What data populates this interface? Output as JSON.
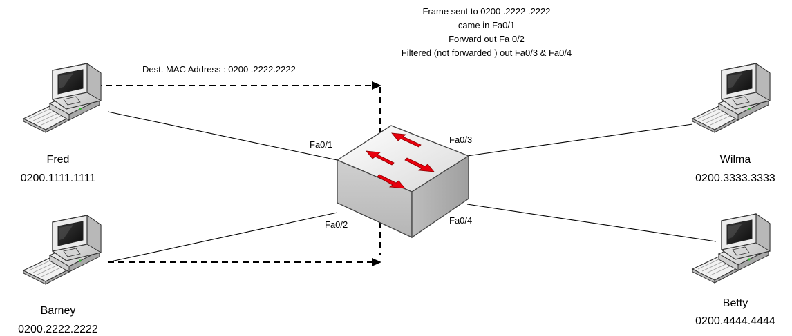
{
  "annotation": {
    "lines": [
      "Frame sent to 0200 .2222 .2222",
      "came in Fa0/1",
      "Forward out Fa 0/2",
      "Filtered (not forwarded ) out Fa0/3 & Fa0/4"
    ]
  },
  "dest_label": "Dest. MAC Address : 0200 .2222.2222",
  "ports": {
    "fa01": "Fa0/1",
    "fa02": "Fa0/2",
    "fa03": "Fa0/3",
    "fa04": "Fa0/4"
  },
  "hosts": [
    {
      "id": "fred",
      "name": "Fred",
      "mac": "0200.1111.1111"
    },
    {
      "id": "barney",
      "name": "Barney",
      "mac": "0200.2222.2222"
    },
    {
      "id": "wilma",
      "name": "Wilma",
      "mac": "0200.3333.3333"
    },
    {
      "id": "betty",
      "name": "Betty",
      "mac": "0200.4444.4444"
    }
  ],
  "colors": {
    "switch_arrow": "#e8000d",
    "switch_body": "#d8d8d8",
    "monitor_screen": "#1f1f1f",
    "link_line": "#000000"
  },
  "icons": {
    "host": "desktop-computer-icon",
    "switch": "switch-icon"
  }
}
